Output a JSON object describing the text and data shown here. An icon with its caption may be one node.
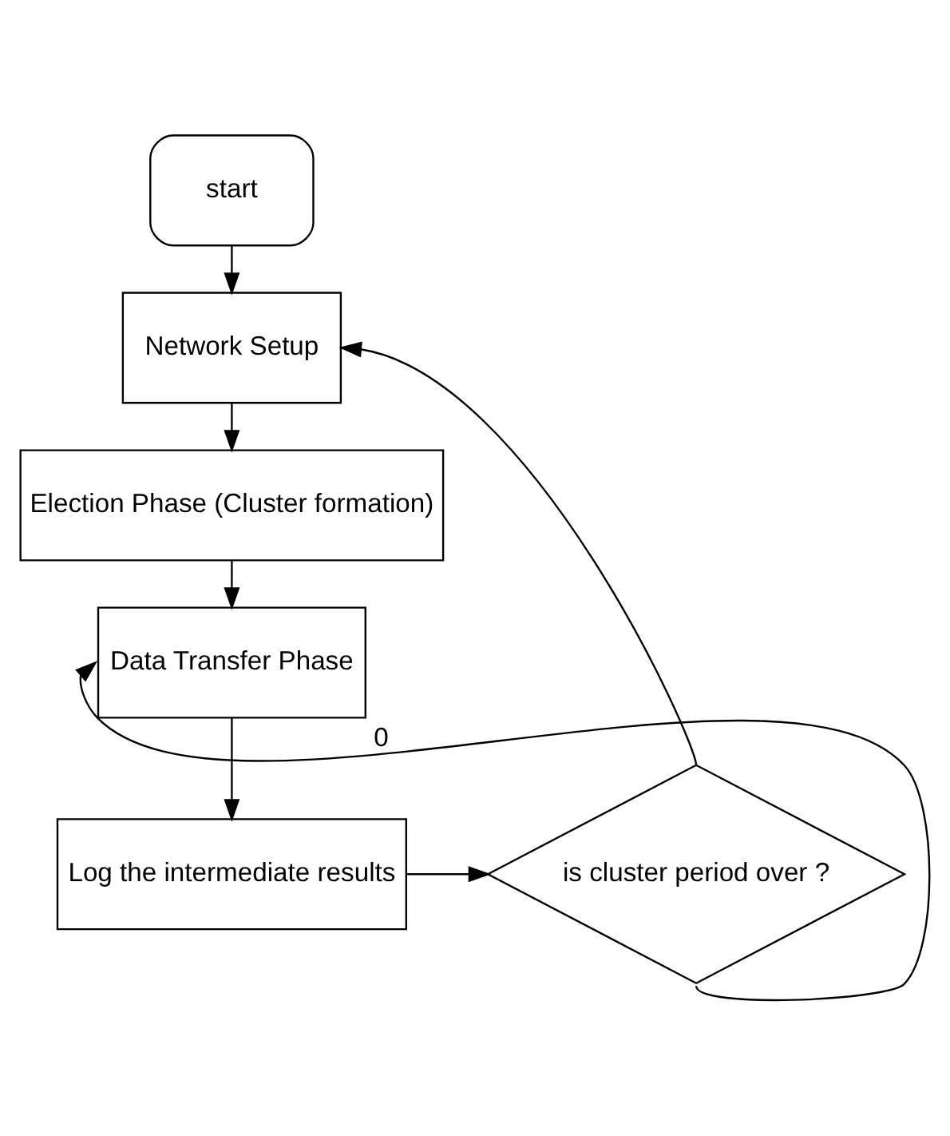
{
  "diagram": {
    "nodes": [
      {
        "text": [
          "start"
        ]
      },
      {
        "text": [
          "Network Setup"
        ]
      },
      {
        "text": [
          "Election Phase (Cluster formation)"
        ]
      },
      {
        "text": [
          "Data Transfer Phase"
        ]
      },
      {
        "text": [
          "Log the intermediate results"
        ]
      },
      {
        "text": [
          "is cluster period over ?"
        ]
      }
    ],
    "edges": [
      {
        "from": 0,
        "to": 1,
        "arrow": "to"
      },
      {
        "from": 1,
        "to": 2,
        "arrow": "to"
      },
      {
        "from": 2,
        "to": 3,
        "arrow": "to"
      },
      {
        "from": 3,
        "to": 4,
        "arrow": "to"
      },
      {
        "from": 4,
        "to": 5,
        "arrow": "to"
      },
      {
        "from": 5,
        "to": 1,
        "arrow": "to"
      },
      {
        "from": 5,
        "to": 3,
        "arrow": "to",
        "label": "0"
      }
    ]
  }
}
